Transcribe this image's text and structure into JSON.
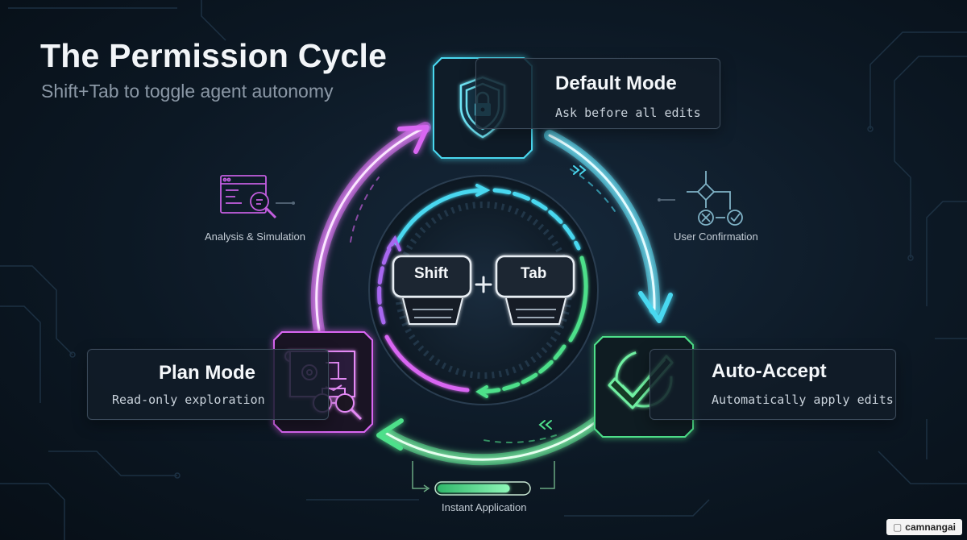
{
  "header": {
    "title": "The Permission Cycle",
    "subtitle": "Shift+Tab to toggle agent autonomy"
  },
  "modes": [
    {
      "name": "Default Mode",
      "description": "Ask before all edits",
      "icon": "shield-lock-icon",
      "color": "#4ad8f0"
    },
    {
      "name": "Auto-Accept",
      "description": "Automatically apply edits",
      "icon": "double-check-icon",
      "color": "#4ee08a"
    },
    {
      "name": "Plan Mode",
      "description": "Read-only exploration",
      "icon": "blueprint-binoculars-icon",
      "color": "#d966f2"
    }
  ],
  "annotations": {
    "analysis": {
      "label": "Analysis & Simulation",
      "icon": "code-search-icon"
    },
    "confirmation": {
      "label": "User Confirmation",
      "icon": "decision-flowchart-icon"
    },
    "instant": {
      "label": "Instant Application",
      "icon": "progress-bar-icon",
      "progress": 0.8
    }
  },
  "keys": {
    "first": "Shift",
    "plus": "+",
    "second": "Tab"
  },
  "colors": {
    "background": "#0c1824",
    "cyan": "#4ad8f0",
    "green": "#4ee08a",
    "magenta": "#d966f2",
    "card_border": "#3b4a5a"
  },
  "watermark": "camnangai"
}
